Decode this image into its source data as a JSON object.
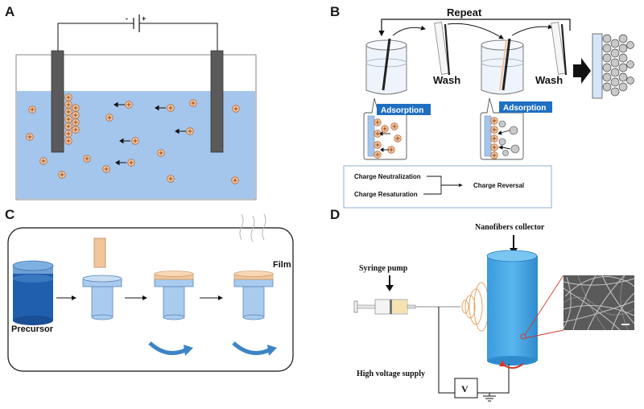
{
  "panels": {
    "a": {
      "letter": "A",
      "battery_minus": "-",
      "battery_plus": "+"
    },
    "b": {
      "letter": "B",
      "repeat": "Repeat",
      "wash": "Wash",
      "adsorption": "Adsorption",
      "charge_neutralization": "Charge Neutralization",
      "charge_resaturation": "Charge Resaturation",
      "charge_reversal": "Charge Reversal"
    },
    "c": {
      "letter": "C",
      "precursor": "Precursor",
      "film": "Film"
    },
    "d": {
      "letter": "D",
      "nanofibers_collector": "Nanofibers collector",
      "syringe_pump": "Syringe pump",
      "high_voltage_supply": "High voltage supply",
      "voltmeter": "V"
    }
  },
  "colors": {
    "electrolyte": "#a4c6ec",
    "electrode": "#5a5a5a",
    "ion_fill": "#f4c9a4",
    "adsorption_label": "#1f6fc1",
    "precursor_blue": "#1f5fae",
    "substrate_blue": "#a9cbee",
    "film_peach": "#f3c59b",
    "collector_blue": "#46a7e6",
    "rotation_arrow": "#3d84c6",
    "red_accent": "#d23a2a"
  }
}
